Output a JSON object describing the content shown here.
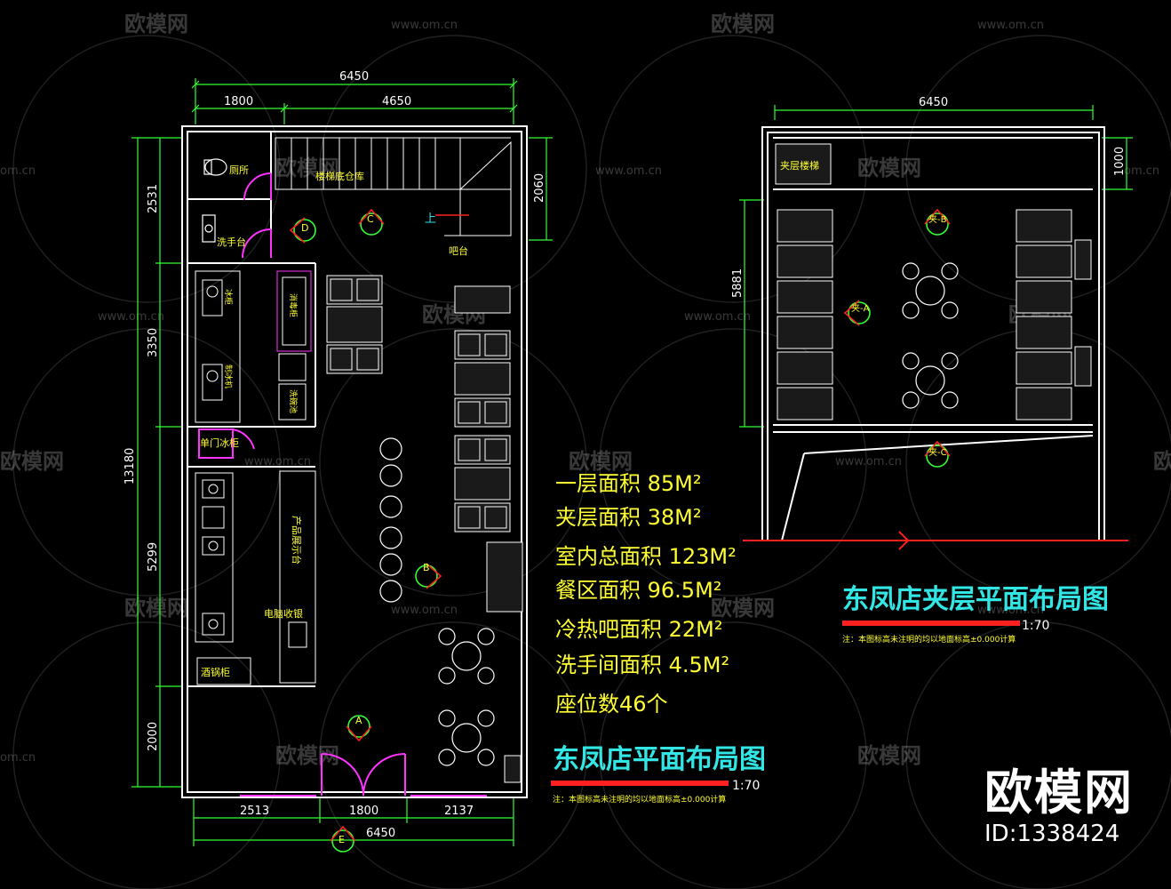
{
  "watermark": {
    "brand": "欧模网",
    "url": "www.om.cn",
    "url_short": "om.cn",
    "id_label": "ID:1338424"
  },
  "colors": {
    "wall": "#ffffff",
    "dimension": "#33ff33",
    "label": "#ffff33",
    "title": "#33e6e6",
    "accent": "#ff2020",
    "door": "#ff33ff"
  },
  "ground_floor": {
    "title": "东凤店平面布局图",
    "scale": "1:70",
    "note": "注：本图标高未注明的均以地面标高±0.000计算",
    "dims_top": {
      "overall": "6450",
      "left": "1800",
      "right": "4650"
    },
    "dims_bottom": {
      "left": "2513",
      "middle": "1800",
      "right": "2137",
      "overall": "6450"
    },
    "dims_left": {
      "overall": "13180",
      "seg1": "2531",
      "seg2": "3350",
      "seg3": "5299",
      "seg4": "2000"
    },
    "dims_right": {
      "stair": "2060"
    },
    "rooms": {
      "toilet": "厕所",
      "sink": "洗手台",
      "storage": "楼梯底仓库",
      "stair_up": "上",
      "counter": "吧台",
      "single_fridge": "单门冰柜",
      "prep_station": "产品展示台",
      "computer": "电脑收银",
      "cabinet": "酒锅柜",
      "fridge": "冰柜",
      "ice_machine": "制冰机",
      "sterilizer": "消毒柜",
      "washer": "洗碗池"
    },
    "view_marks": {
      "a": "A",
      "b": "B",
      "c": "C",
      "d": "D",
      "e": "E"
    },
    "areas": [
      "一层面积 85M²",
      "夹层面积 38M²",
      "室内总面积 123M²",
      "餐区面积 96.5M²",
      "冷热吧面积 22M²",
      "洗手间面积 4.5M²",
      "座位数46个"
    ]
  },
  "mezzanine": {
    "title": "东凤店夹层平面布局图",
    "scale": "1:70",
    "note": "注：本图标高未注明的均以地面标高±0.000计算",
    "dims_top": "6450",
    "dims_right": "1000",
    "dims_left": "5881",
    "rooms": {
      "mezzanine_stair": "夹层楼梯"
    },
    "view_marks": {
      "a": "夹-A",
      "b": "夹-B",
      "c": "夹-C"
    }
  }
}
